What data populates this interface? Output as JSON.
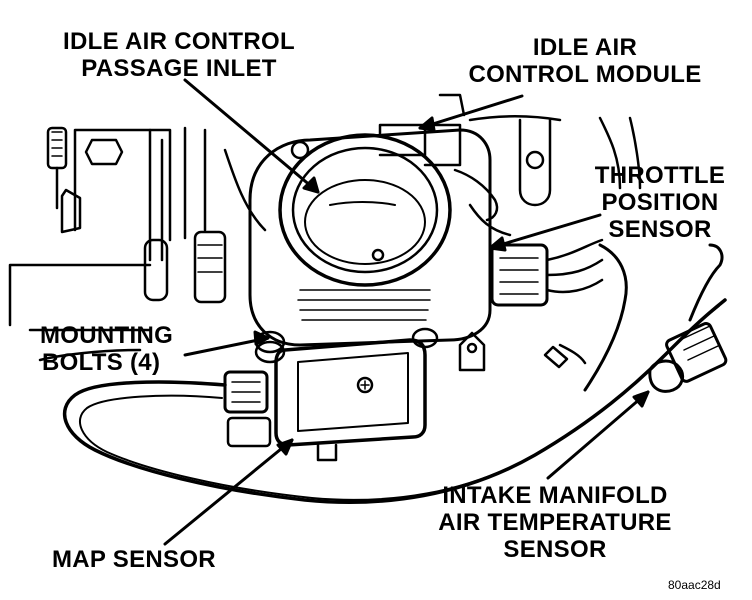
{
  "labels": {
    "idle_air_control_passage_inlet": [
      "IDLE AIR CONTROL",
      "PASSAGE INLET"
    ],
    "idle_air_control_module": [
      "IDLE AIR",
      "CONTROL MODULE"
    ],
    "throttle_position_sensor": [
      "THROTTLE",
      "POSITION",
      "SENSOR"
    ],
    "mounting_bolts": [
      "MOUNTING",
      "BOLTS (4)"
    ],
    "intake_manifold_air_temperature_sensor": [
      "INTAKE MANIFOLD",
      "AIR TEMPERATURE",
      "SENSOR"
    ],
    "map_sensor": [
      "MAP SENSOR"
    ]
  },
  "figure_code": "80aac28d",
  "colors": {
    "ink": "#000000",
    "paper": "#ffffff"
  }
}
